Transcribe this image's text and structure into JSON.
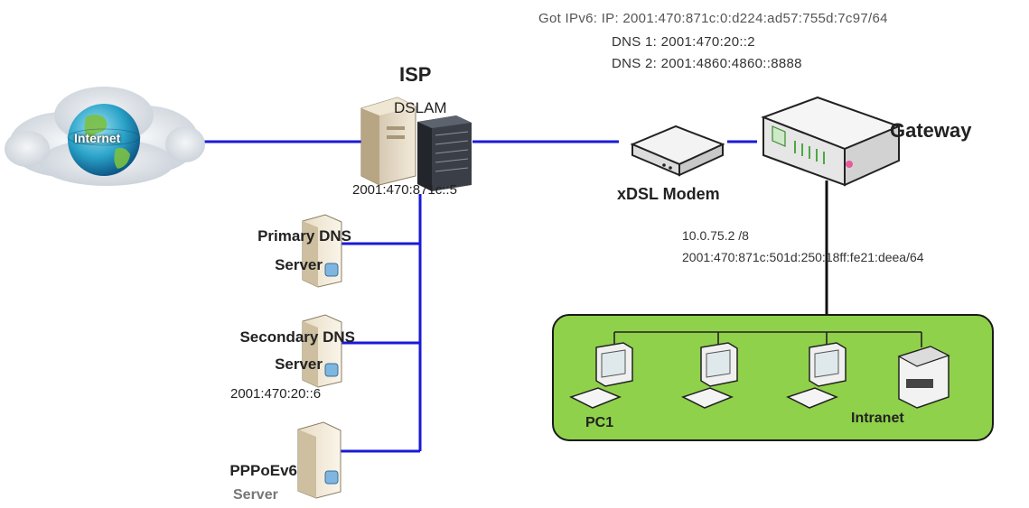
{
  "header": {
    "ipv6_line": "Got IPv6: IP: 2001:470:871c:0:d224:ad57:755d:7c97/64",
    "dns1": "DNS 1: 2001:470:20::2",
    "dns2": "DNS 2: 2001:4860:4860::8888"
  },
  "nodes": {
    "internet_label": "Internet",
    "isp_label": "ISP",
    "dslam_label": "DSLAM",
    "dslam_ip": "2001:470:871c::5",
    "modem_label": "xDSL Modem",
    "gateway_label": "Gateway",
    "gateway_ipv4": "10.0.75.2 /8",
    "gateway_ipv6": "2001:470:871c:501d:250:18ff:fe21:deea/64",
    "primary_dns_line1": "Primary DNS",
    "primary_dns_line2": "Server",
    "secondary_dns_line1": "Secondary DNS",
    "secondary_dns_line2": "Server",
    "secondary_dns_ip": "2001:470:20::6",
    "pppoe_line1": "PPPoEv6",
    "pppoe_line2": "Server",
    "pc1_label": "PC1",
    "intranet_label": "Intranet"
  },
  "colors": {
    "link": "#1a1ad6",
    "intranet_fill": "#8fd14a",
    "gateway_line": "#111111"
  }
}
